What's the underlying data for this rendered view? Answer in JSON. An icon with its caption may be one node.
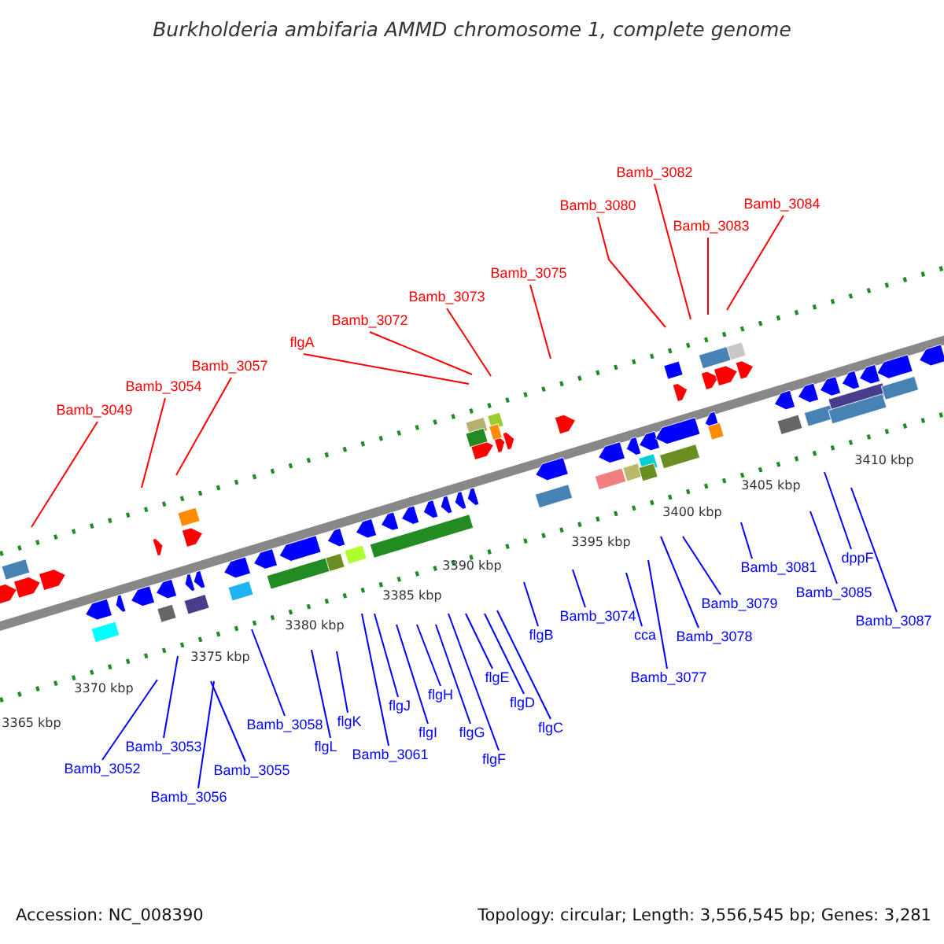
{
  "diagram": {
    "title": "Burkholderia ambifaria AMMD chromosome 1, complete genome",
    "nodes": [
      {
        "text": [
          "Bamb_3049"
        ]
      },
      {
        "text": [
          "Bamb_3054"
        ]
      },
      {
        "text": [
          "Bamb_3057"
        ]
      },
      {
        "text": [
          "flgA"
        ]
      },
      {
        "text": [
          "Bamb_3072"
        ]
      },
      {
        "text": [
          "Bamb_3073"
        ]
      },
      {
        "text": [
          "Bamb_3075"
        ]
      },
      {
        "text": [
          "Bamb_3080"
        ]
      },
      {
        "text": [
          "Bamb_3082"
        ]
      },
      {
        "text": [
          "Bamb_3083"
        ]
      },
      {
        "text": [
          "Bamb_3084"
        ]
      },
      {
        "text": [
          "Bamb_3052"
        ]
      },
      {
        "text": [
          "Bamb_3053"
        ]
      },
      {
        "text": [
          "Bamb_3055"
        ]
      },
      {
        "text": [
          "Bamb_3056"
        ]
      },
      {
        "text": [
          "Bamb_3058"
        ]
      },
      {
        "text": [
          "flgL"
        ]
      },
      {
        "text": [
          "flgK"
        ]
      },
      {
        "text": [
          "Bamb_3061"
        ]
      },
      {
        "text": [
          "flgJ"
        ]
      },
      {
        "text": [
          "flgI"
        ]
      },
      {
        "text": [
          "flgH"
        ]
      },
      {
        "text": [
          "flgG"
        ]
      },
      {
        "text": [
          "flgF"
        ]
      },
      {
        "text": [
          "flgE"
        ]
      },
      {
        "text": [
          "flgD"
        ]
      },
      {
        "text": [
          "flgC"
        ]
      },
      {
        "text": [
          "flgB"
        ]
      },
      {
        "text": [
          "Bamb_3074"
        ]
      },
      {
        "text": [
          "cca"
        ]
      },
      {
        "text": [
          "Bamb_3077"
        ]
      },
      {
        "text": [
          "Bamb_3078"
        ]
      },
      {
        "text": [
          "Bamb_3079"
        ]
      },
      {
        "text": [
          "Bamb_3081"
        ]
      },
      {
        "text": [
          "dppF"
        ]
      },
      {
        "text": [
          "Bamb_3085"
        ]
      },
      {
        "text": [
          "Bamb_3087"
        ]
      }
    ],
    "edges": [
      {
        "from": 0,
        "to": null,
        "arrow": "none",
        "color": "#ff0000"
      },
      {
        "from": 1,
        "to": null,
        "arrow": "none",
        "color": "#ff0000"
      },
      {
        "from": 2,
        "to": null,
        "arrow": "none",
        "color": "#ff0000"
      },
      {
        "from": 3,
        "to": null,
        "arrow": "none",
        "color": "#ff0000"
      },
      {
        "from": 4,
        "to": null,
        "arrow": "none",
        "color": "#ff0000"
      },
      {
        "from": 5,
        "to": null,
        "arrow": "none",
        "color": "#ff0000"
      },
      {
        "from": 6,
        "to": null,
        "arrow": "none",
        "color": "#ff0000"
      },
      {
        "from": 7,
        "to": null,
        "arrow": "none",
        "color": "#ff0000"
      },
      {
        "from": 8,
        "to": null,
        "arrow": "none",
        "color": "#ff0000"
      },
      {
        "from": 9,
        "to": null,
        "arrow": "none",
        "color": "#ff0000"
      },
      {
        "from": 10,
        "to": null,
        "arrow": "none",
        "color": "#ff0000"
      },
      {
        "from": 11,
        "to": null,
        "arrow": "none"
      },
      {
        "from": 12,
        "to": null,
        "arrow": "none"
      },
      {
        "from": 13,
        "to": null,
        "arrow": "none"
      },
      {
        "from": 14,
        "to": null,
        "arrow": "none"
      },
      {
        "from": 15,
        "to": null,
        "arrow": "none"
      },
      {
        "from": 16,
        "to": null,
        "arrow": "none"
      },
      {
        "from": 17,
        "to": null,
        "arrow": "none"
      },
      {
        "from": 18,
        "to": null,
        "arrow": "none"
      },
      {
        "from": 19,
        "to": null,
        "arrow": "none"
      },
      {
        "from": 20,
        "to": null,
        "arrow": "none"
      },
      {
        "from": 21,
        "to": null,
        "arrow": "none"
      },
      {
        "from": 22,
        "to": null,
        "arrow": "none"
      },
      {
        "from": 23,
        "to": null,
        "arrow": "none"
      },
      {
        "from": 24,
        "to": null,
        "arrow": "none"
      },
      {
        "from": 25,
        "to": null,
        "arrow": "none"
      },
      {
        "from": 26,
        "to": null,
        "arrow": "none"
      },
      {
        "from": 27,
        "to": null,
        "arrow": "none"
      },
      {
        "from": 28,
        "to": null,
        "arrow": "none"
      },
      {
        "from": 29,
        "to": null,
        "arrow": "none"
      },
      {
        "from": 30,
        "to": null,
        "arrow": "none"
      },
      {
        "from": 31,
        "to": null,
        "arrow": "none"
      },
      {
        "from": 32,
        "to": null,
        "arrow": "none"
      },
      {
        "from": 33,
        "to": null,
        "arrow": "none"
      },
      {
        "from": 34,
        "to": null,
        "arrow": "none"
      },
      {
        "from": 35,
        "to": null,
        "arrow": "none"
      },
      {
        "from": 36,
        "to": null,
        "arrow": "none"
      }
    ],
    "labels": [
      "3365 kbp",
      "3370 kbp",
      "3375 kbp",
      "3380 kbp",
      "3385 kbp",
      "3390 kbp",
      "3395 kbp",
      "3400 kbp",
      "3405 kbp",
      "3410 kbp",
      "Accession: NC_008390",
      "Topology: circular; Length: 3,556,545 bp; Genes: 3,281"
    ]
  }
}
